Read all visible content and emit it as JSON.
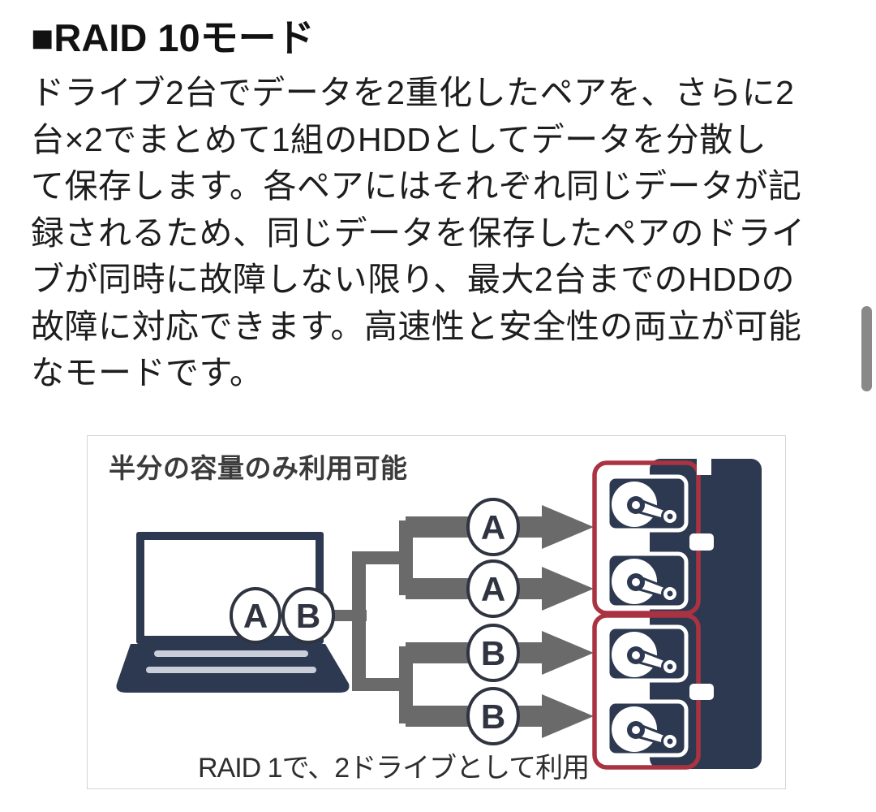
{
  "page": {
    "heading": "■RAID 10モード",
    "paragraph_lines": [
      "ドライブ2台でデータを2重化したペアを、さらに2",
      "台×2でまとめて1組のHDDとしてデータを分散し",
      "て保存します。各ペアにはそれぞれ同じデータが記",
      "録されるため、同じデータを保存したペアのドライ",
      "ブが同時に故障しない限り、最大2台までのHDDの",
      "故障に対応できます。高速性と安全性の両立が可能",
      "なモードです。"
    ]
  },
  "diagram": {
    "top_caption": "半分の容量のみ利用可能",
    "bottom_caption": "RAID 1で、2ドライブとして利用",
    "pc_labels": [
      "A",
      "B"
    ],
    "branch_labels": [
      "A",
      "A",
      "B",
      "B"
    ],
    "colors": {
      "device_navy": "#2d3950",
      "connector_gray": "#6a6a6a",
      "pair_outline_red": "#aa3342",
      "keyboard_stripe": "#c9ced9"
    }
  }
}
